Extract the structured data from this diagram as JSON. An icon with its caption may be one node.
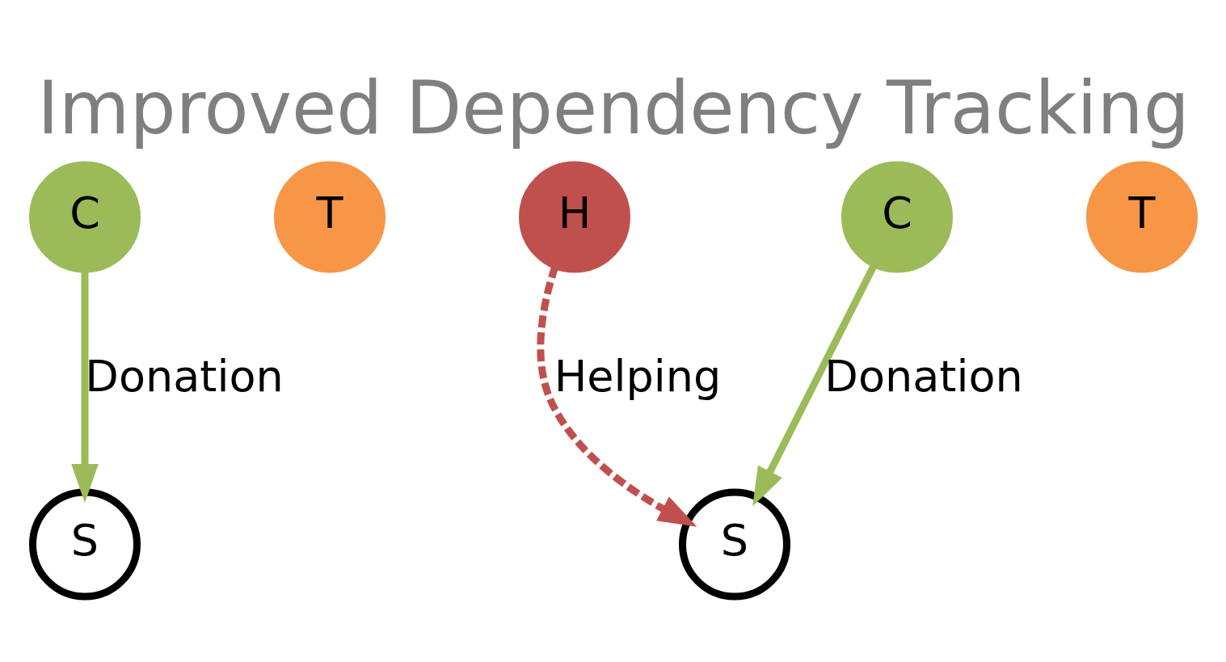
{
  "diagram": {
    "title": "Improved Dependency Tracking",
    "nodes": [
      {
        "text": [
          "C"
        ]
      },
      {
        "text": [
          "T"
        ]
      },
      {
        "text": [
          "S"
        ]
      },
      {
        "text": [
          "H"
        ]
      },
      {
        "text": [
          "T"
        ]
      },
      {
        "text": [
          "C"
        ]
      },
      {
        "text": [
          "S"
        ]
      }
    ],
    "edges": [
      {
        "from": 0,
        "to": 2,
        "arrow": "to",
        "label": "Donation"
      },
      {
        "from": 5,
        "to": 6,
        "arrow": "to",
        "label": "Donation"
      },
      {
        "from": 3,
        "to": 6,
        "arrow": "to",
        "label": "Helping",
        "style": "dashed",
        "color": "#c0504d"
      }
    ]
  }
}
